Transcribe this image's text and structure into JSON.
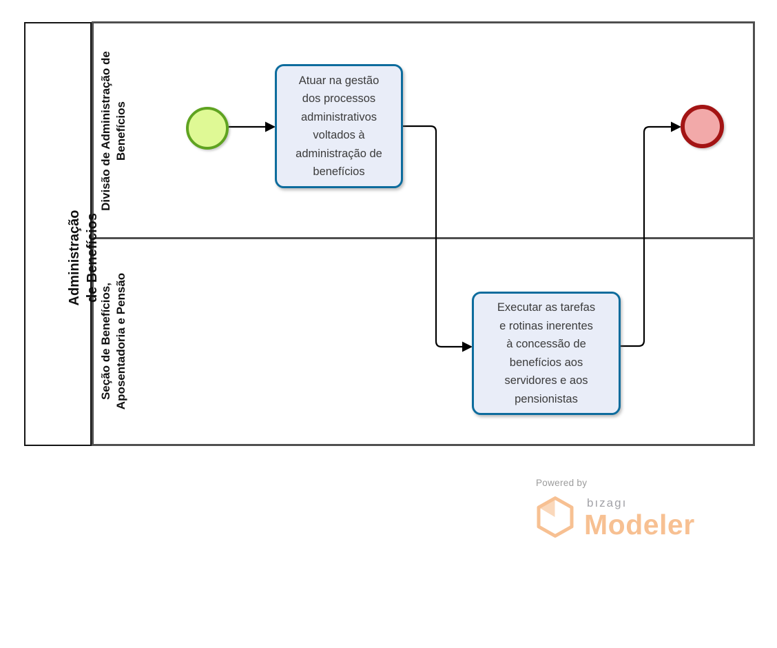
{
  "colors": {
    "pool_border": "#141414",
    "lane_border": "#4F4F4F",
    "task_fill": "#E9EDF8",
    "task_border": "#0D6C9D",
    "start_fill": "#DFF995",
    "start_border": "#5FA321",
    "end_fill": "#F2A9A9",
    "end_border": "#A31414",
    "flow_color": "#000000",
    "brand_orange": "#F7C092",
    "brand_gray": "#9B9B9B"
  },
  "pool": {
    "name": "Administração de Benefícios",
    "lanes": [
      {
        "name": "Divisão de Administração de\nBenefícios"
      },
      {
        "name": "Seção de Benefícios,\nAposentadoria e Pensão"
      }
    ]
  },
  "tasks": [
    {
      "label": "Atuar na gestão\ndos processos\nadministrativos\nvoltados à\nadministração de\nbenefícios"
    },
    {
      "label": "Executar as tarefas\ne rotinas inerentes\nà concessão de\nbenefícios aos\nservidores e aos\npensionistas"
    }
  ],
  "branding": {
    "powered_by": "Powered by",
    "brand": "bızagı",
    "product": "Modeler"
  }
}
